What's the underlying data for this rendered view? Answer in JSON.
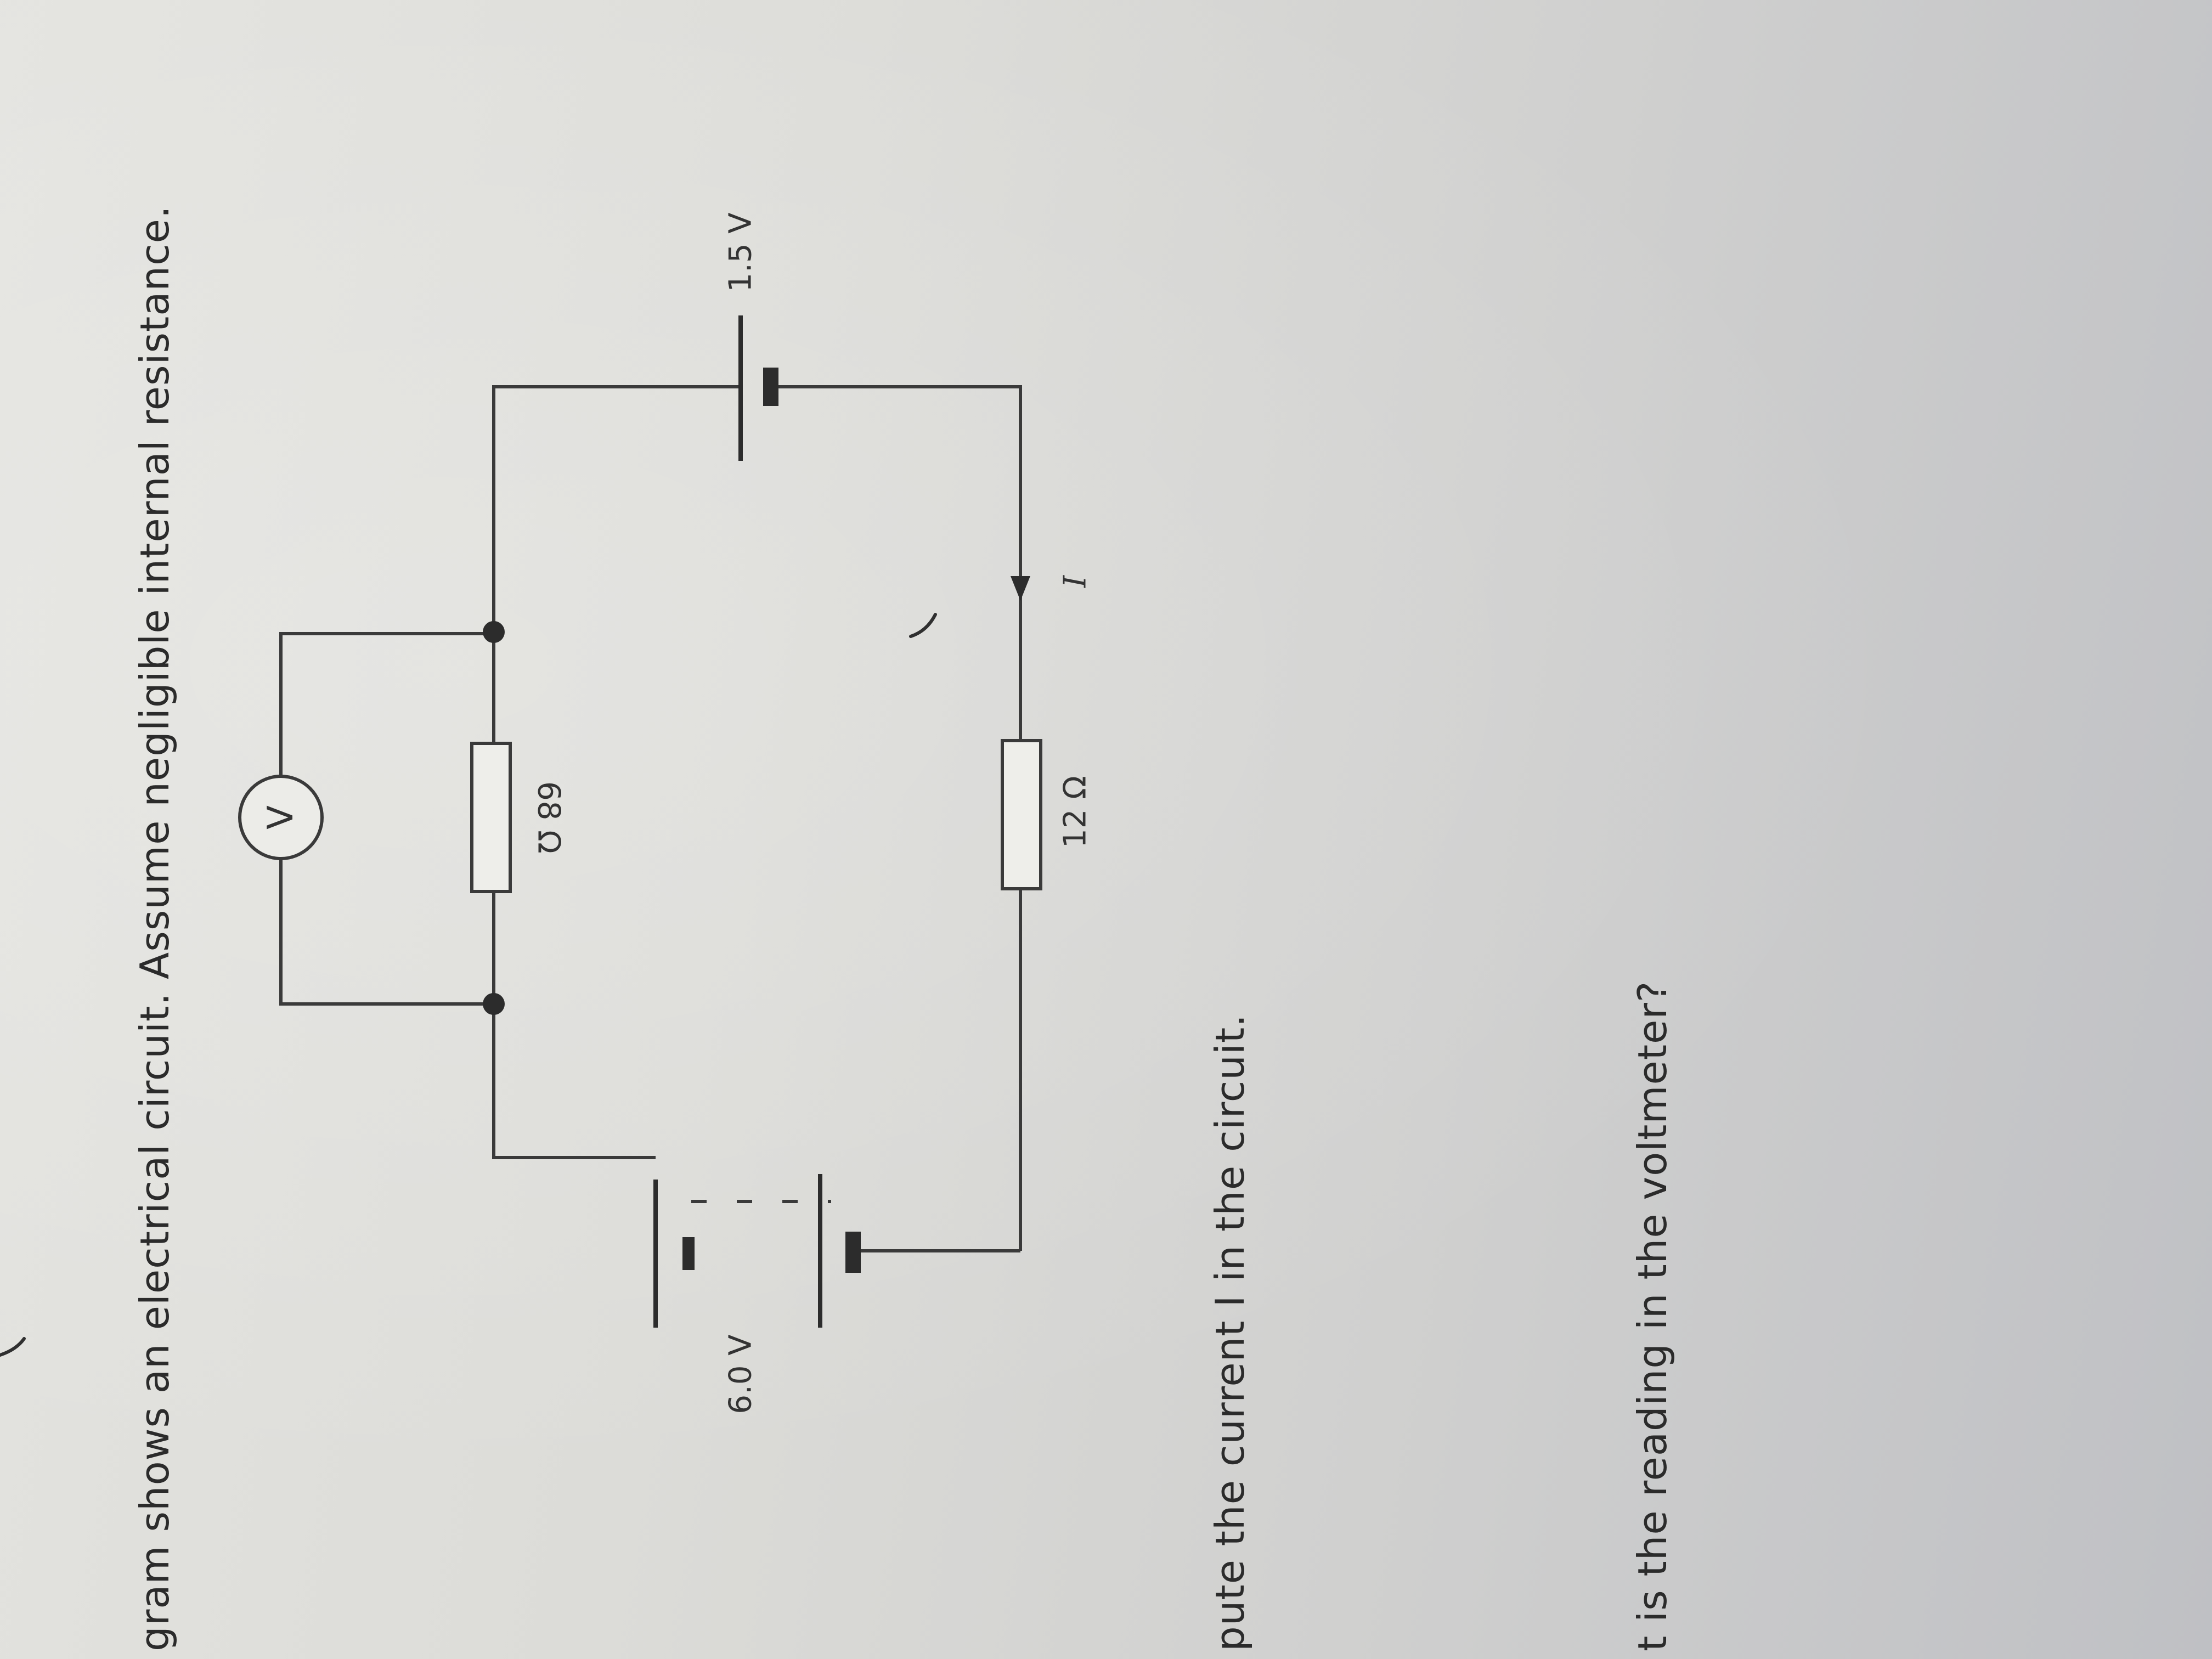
{
  "question": {
    "intro": "gram shows an electrical circuit. Assume negligible internal resistance.",
    "part_a": "pute the current I in the circuit.",
    "part_b": "t is the reading in the voltmeter?"
  },
  "circuit": {
    "battery_left_label": "6.0 V",
    "battery_right_label": "1.5 V",
    "resistor_top_label": "68 Ω",
    "resistor_bottom_label": "12 Ω",
    "voltmeter_symbol": "V",
    "current_label": "I"
  },
  "colors": {
    "ink": "#2b2b2b",
    "paper": "#dcdcd8"
  }
}
